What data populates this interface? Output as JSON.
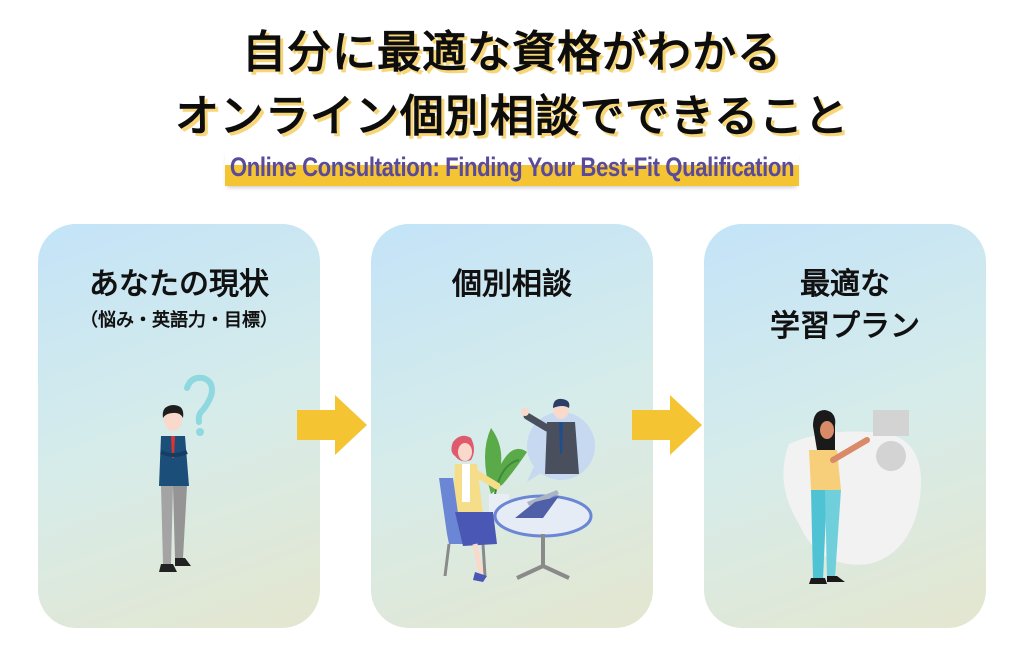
{
  "header": {
    "title_line1": "自分に最適な資格がわかる",
    "title_line2": "オンライン個別相談でできること",
    "subtitle": "Online Consultation: Finding Your Best-Fit Qualification"
  },
  "steps": [
    {
      "title": "あなたの現状",
      "subtitle": "（悩み・英語力・目標）",
      "illustration": "thinking-man-icon"
    },
    {
      "title": "個別相談",
      "illustration": "consultation-meeting-icon"
    },
    {
      "title_line1": "最適な",
      "title_line2": "学習プラン",
      "illustration": "woman-presenting-icon"
    }
  ],
  "connectors": [
    "arrow-right-icon",
    "arrow-right-icon"
  ],
  "colors": {
    "title_shadow": "#f7d67a",
    "subtitle_text": "#5a4a9c",
    "subtitle_highlight": "#f4c432",
    "arrow": "#f4c432",
    "card_gradient_start": "#c3e3f8",
    "card_gradient_end": "#e4e6cf"
  }
}
